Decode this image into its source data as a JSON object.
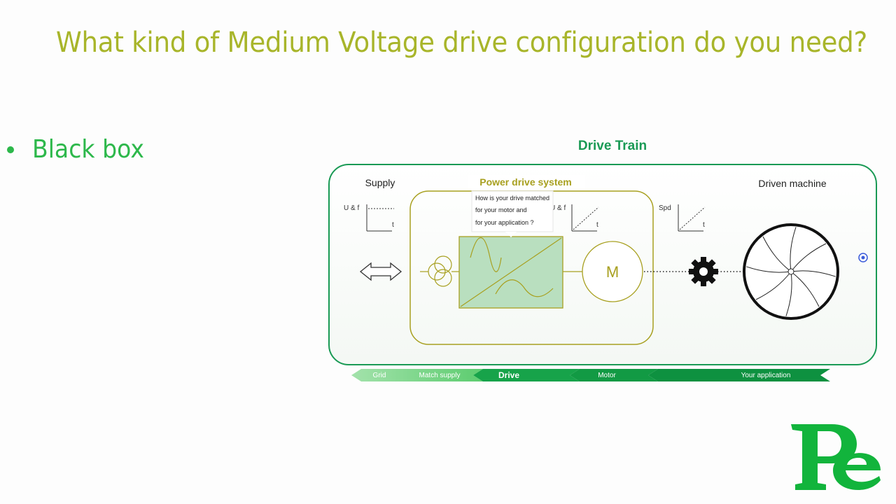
{
  "slide": {
    "title": "What kind of Medium Voltage drive configuration do you need?",
    "bullet": "Black box"
  },
  "diagram": {
    "drive_train_title": "Drive Train",
    "supply_label": "Supply",
    "power_drive_label": "Power drive system",
    "driven_machine_label": "Driven machine",
    "supply_graph_label": "U & f",
    "drive_graph_label": "U & f",
    "machine_graph_label": "Spd",
    "time_axis_label": "t",
    "motor_symbol": "M",
    "callout_lines": [
      "How is your drive matched",
      "for your motor and",
      "for your application ?"
    ]
  },
  "arrow_bar": {
    "segments": [
      {
        "label": "Grid",
        "color": "#7fd68c"
      },
      {
        "label": "Match supply",
        "color": "#5ccc6f"
      },
      {
        "label": "Drive",
        "color": "#17a34a"
      },
      {
        "label": "Motor",
        "color": "#129a44"
      },
      {
        "label": "Your application",
        "color": "#0e9140"
      }
    ]
  },
  "colors": {
    "title": "#a8b52a",
    "bullet": "#2db84b",
    "frame": "#1a9a55",
    "power_drive": "#a8a020",
    "logo": "#12b43c"
  },
  "icons": {
    "bidirectional": "double-arrow-icon",
    "transformer": "transformer-icon",
    "converter": "converter-icon",
    "gear": "gear-icon",
    "fan": "fan-icon",
    "cursor": "cursor-dot-icon",
    "logo": "pe-logo-icon"
  }
}
